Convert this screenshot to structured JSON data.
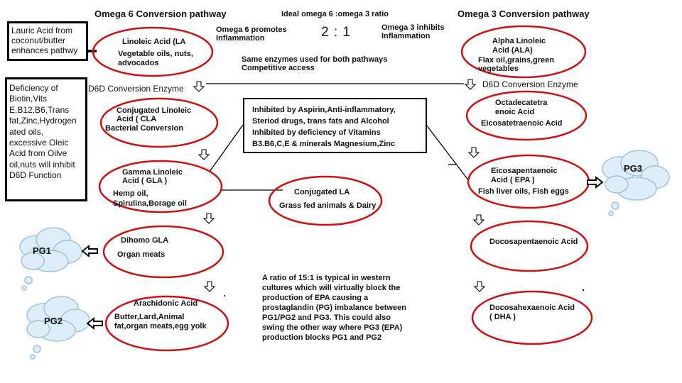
{
  "headings": {
    "omega6": "Omega 6 Conversion pathway",
    "omega3": "Omega 3 Conversion pathway",
    "ideal_label": "Ideal omega 6 :omega 3 ratio",
    "ideal_ratio": "2 : 1"
  },
  "notes": {
    "o6_promotes": "Omega 6 promotes\nInflammation",
    "o3_inhibits": "Omega 3 inhibits\nInflammation",
    "shared_enzymes": "Same enzymes used for both pathways\nCompetitive access",
    "western_ratio": "A ratio of 15:1 is typical in western\ncultures which will virtually block the\nproduction of EPA causing a\nprostaglandin (PG) imbalance between\nPG1/PG2 and PG3.  This could also\nswing the other way where PG3 (EPA)\nproduction blocks PG1 and PG2"
  },
  "side_boxes": {
    "lauric": "Lauric Acid from\ncoconut/butter\nenhances pathwy",
    "deficiency": "Deficiency of\nBiotin,Vits\nE,B12,B6,Trans\nfat,Zinc,Hydrogen\nated oils,\nexcessive Oleic\nAcid from Oilve\noil,nuts will inhibit\nD6D Function",
    "inhibited": "Inhibited by Aspirin,Anti-inflammatory,\nSteriod drugs, trans fats and Alcohol\nInhibited by deficiency of Vitamins\nB3.B6,C,E & minerals Magnesium,Zinc"
  },
  "enzymes": {
    "left": "D6D Conversion Enzyme",
    "right": "D6D Conversion Enzyme"
  },
  "omega6_nodes": {
    "linoleic": {
      "name": "Linoleic Acid (LA",
      "detail": "Vegetable oils, nuts,\nadvocados"
    },
    "cla": {
      "name": "Conjugated Linoleic\nAcid ( CLA",
      "detail": "Bacterial Conversion"
    },
    "gla": {
      "name": "Gamma Linoleic\nAcid ( GLA )",
      "detail": "Hemp oil,\nSpirulina,Borage oil"
    },
    "dgla": {
      "name": "Dihomo GLA",
      "detail": "Organ meats"
    },
    "aa": {
      "name": "Arachidonic Acid",
      "detail": "Butter,Lard,Animal\nfat,organ meats,egg yolk"
    }
  },
  "conj_la": {
    "name": "Conjugated LA",
    "detail": "Grass fed animals & Dairy"
  },
  "omega3_nodes": {
    "ala": {
      "name": "Alpha Linoleic\nAcid (ALA)",
      "detail": "Flax oil,grains,green\nvegetables"
    },
    "octa": {
      "name": "Octadecatetra\nenoic Acid",
      "detail": "Eicosatetraenoic Acid"
    },
    "epa": {
      "name": "Eicosapentaenoic\nAcid ( EPA )",
      "detail": "Fish liver oils, Fish eggs"
    },
    "dpa": {
      "name": "Docosapentaenoic Acid",
      "detail": ""
    },
    "dha": {
      "name": "Docosahexaenoic Acid\n( DHA )",
      "detail": ""
    }
  },
  "clouds": {
    "pg1": "PG1",
    "pg2": "PG2",
    "pg3": "PG3"
  },
  "colors": {
    "ellipse_stroke": "#cc1111",
    "cloud_fill": "#ddeef8",
    "cloud_stroke": "#9ec3dc",
    "line": "#000000"
  }
}
